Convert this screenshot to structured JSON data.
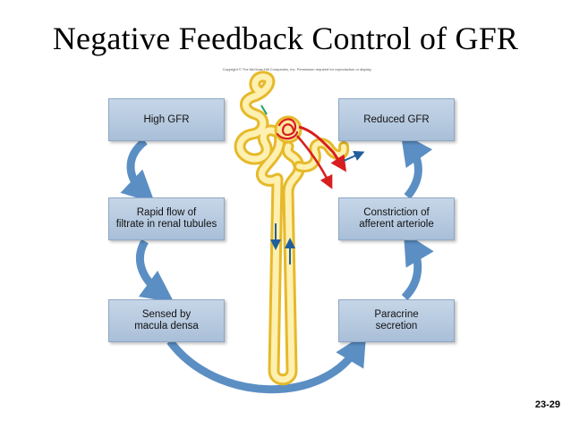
{
  "title": "Negative Feedback Control of GFR",
  "copyright": "Copyright © The McGraw-Hill Companies, Inc. Permission required for reproduction or display.",
  "boxes": {
    "high_gfr": "High GFR",
    "rapid_flow": "Rapid flow of\nfiltrate in renal tubules",
    "sensed": "Sensed by\nmacula densa",
    "reduced_gfr": "Reduced GFR",
    "constriction": "Constriction of\nafferent arteriole",
    "paracrine": "Paracrine\nsecretion"
  },
  "page_number": "23-29",
  "colors": {
    "box_fill": "#b7c9df",
    "arrow": "#5b8fc4",
    "tubule": "#f2d24a",
    "tubule_fill": "#fdf6d0",
    "vessel": "#d81e1e"
  }
}
